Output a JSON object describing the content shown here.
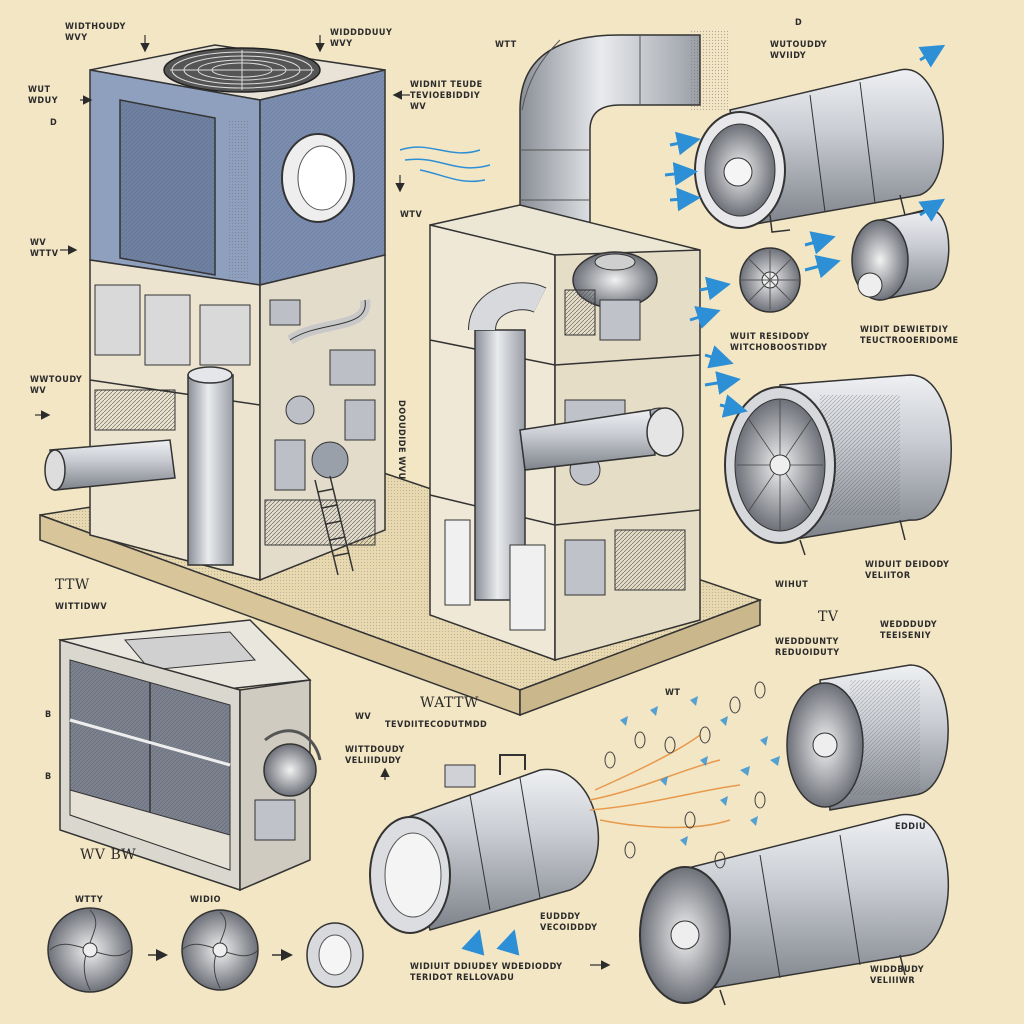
{
  "labels": {
    "top_left_1": "WIDTHOUDY\nWVY",
    "top_left_2": "WIDDDDUUY\nWVY",
    "left_1": "WUT\nWDUY",
    "left_2": "D",
    "left_3": "WV\nWTTV",
    "left_4": "WWTOUDY\nWV",
    "center_top": "WTT",
    "center_title": "WIDNIT TEUDE\nTEVIOEBIDDIY\nWV",
    "center_wtv": "WTV",
    "right_top_d": "D",
    "right_top": "WUTOUDDY\nWVIIDY",
    "right_mid_left": "WUIT RESIDODY\nWITCHOBOOSTIDDY",
    "right_mid_right": "WIDIT DEWIETDIY\nTEUCTROOERIDOME",
    "side_vertical": "DOOUDIDE WVU",
    "right_bottom_1": "WIHUT",
    "right_bottom_2": "WIDUIT DEIDODY\nVELIITOR",
    "ttw": "TTW",
    "ttw_sub": "WITTIDWV",
    "wattw": "WATTW",
    "wattw_sub": "TEVDIITECODUTMDD",
    "wv": "WV",
    "wittdoudy": "WITTDOUDY\nVELIIIDUDY",
    "wt_mid": "WT",
    "tv_right": "TV",
    "right_lower": "WEDDDUNTY\nREDUOIDUTY",
    "right_lower2": "WEDDDUDY\nTEEISENIY",
    "wvbw": "WV BW",
    "wtty": "WTTY",
    "widio": "WIDIO",
    "eudy": "EUDDDY\nVECOIDDDY",
    "bottom_center": "WIDIUIT DDIUDEY WDEDIODDY\nTERIDOT RELLOVADU",
    "bottom_right": "WIDDBUDY\nVELIIIWR",
    "b_tag": "B",
    "e_tag": "B",
    "ceiling_tag": "EDDIU"
  },
  "colors": {
    "background": "#f3e6c4",
    "ink": "#2b2b2b",
    "panel_blue": "#7f8fb0",
    "metal": "#c9ccd2",
    "metal_dark": "#8c9099",
    "arrow_blue": "#2d8fd5",
    "warm": "#e79a4e",
    "shadow": "#d8c9a2"
  },
  "icons": [
    "fan-icon",
    "arrow-icon",
    "duct-icon",
    "compressor-icon"
  ]
}
